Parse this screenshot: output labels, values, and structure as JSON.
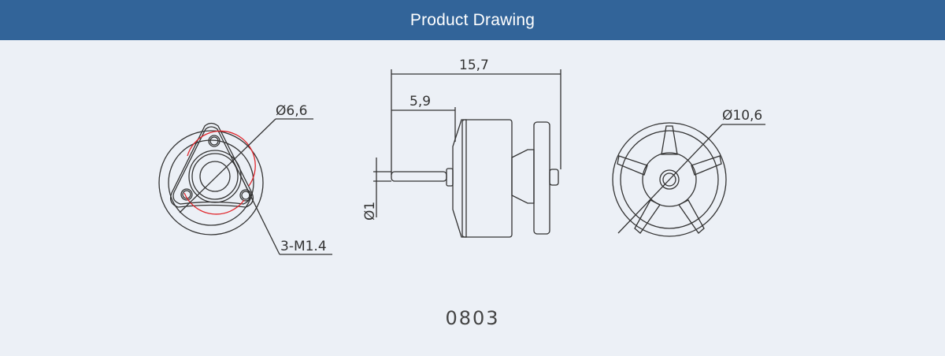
{
  "header": {
    "title": "Product Drawing",
    "background": "#326499"
  },
  "drawing": {
    "front_view": {
      "mount_circle_label": "Ø6,6",
      "screw_label": "3-M1.4",
      "highlight_color": "#e0262b"
    },
    "side_view": {
      "overall_length_label": "15,7",
      "shaft_length_label": "5,9",
      "shaft_diameter_label": "Ø1"
    },
    "rear_view": {
      "diameter_label": "Ø10,6"
    }
  },
  "model": {
    "label": "0803"
  }
}
